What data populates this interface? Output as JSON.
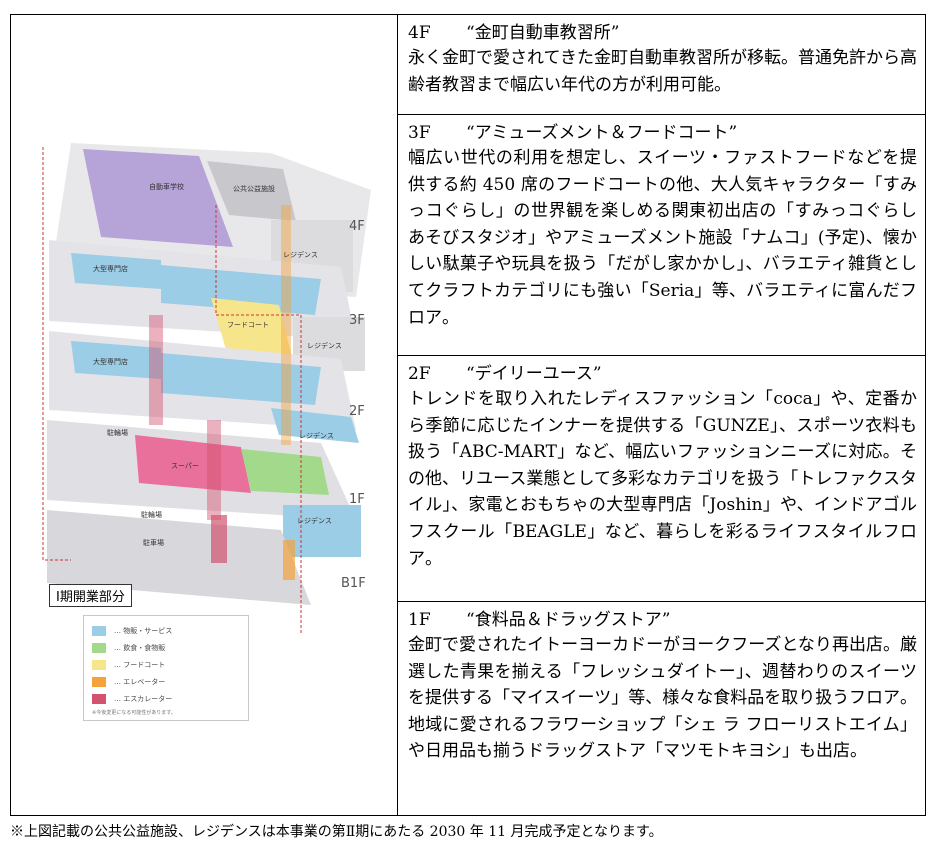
{
  "diagram": {
    "floor_labels": [
      "4F",
      "3F",
      "2F",
      "1F",
      "B1F"
    ],
    "area_labels": {
      "driving_school": "自動車学校",
      "public_facility": "公共公益施設",
      "residence": "レジデンス",
      "large_store": "大型専門店",
      "food_court": "フードコート",
      "bicycle_parking": "駐輪場",
      "supermarket": "スーパー",
      "parking": "駐車場"
    },
    "phase_label": "Ⅰ期開業部分",
    "legend": [
      {
        "label": "… 物販・サービス",
        "color": "#9ccde6"
      },
      {
        "label": "… 飲食・食物販",
        "color": "#a3d98a"
      },
      {
        "label": "… フードコート",
        "color": "#f7e58c"
      },
      {
        "label": "… エレベーター",
        "color": "#f5a23b"
      },
      {
        "label": "… エスカレーター",
        "color": "#d2526f"
      }
    ],
    "legend_note": "※今後変更になる可能性があります。"
  },
  "floors": [
    {
      "floor": "4F",
      "title": "“金町自動車教習所”",
      "body": "永く金町で愛されてきた金町自動車教習所が移転。普通免許から高齢者教習まで幅広い年代の方が利用可能。"
    },
    {
      "floor": "3F",
      "title": "“アミューズメント＆フードコート”",
      "body": "幅広い世代の利用を想定し、スイーツ・ファストフードなどを提供する約 450 席のフードコートの他、大人気キャラクター「すみっコぐらし」の世界観を楽しめる関東初出店の「すみっコぐらし あそびスタジオ」やアミューズメント施設「ナムコ」(予定)、懐かしい駄菓子や玩具を扱う「だがし家かかし」、バラエティ雑貨としてクラフトカテゴリにも強い「Seria」等、バラエティに富んだフロア。"
    },
    {
      "floor": "2F",
      "title": "“デイリーユース”",
      "body": "トレンドを取り入れたレディスファッション「coca」や、定番から季節に応じたインナーを提供する「GUNZE」、スポーツ衣料も扱う「ABC-MART」など、幅広いファッションニーズに対応。その他、リユース業態として多彩なカテゴリを扱う「トレファクスタイル」、家電とおもちゃの大型専門店「Joshin」や、インドアゴルフスクール「BEAGLE」など、暮らしを彩るライフスタイルフロア。"
    },
    {
      "floor": "1F",
      "title": "“食料品＆ドラッグストア”",
      "body": "金町で愛されたイトーヨーカドーがヨークフーズとなり再出店。厳選した青果を揃える「フレッシュダイトー」、週替わりのスイーツを提供する「マイスイーツ」等、様々な食料品を取り扱うフロア。地域に愛されるフラワーショップ「シェ ラ フローリストエイム」や日用品も揃うドラッグストア「マツモトキヨシ」も出店。"
    }
  ],
  "footnote": "※上図記載の公共公益施設、レジデンスは本事業の第Ⅱ期にあたる 2030 年 11 月完成予定となります。"
}
